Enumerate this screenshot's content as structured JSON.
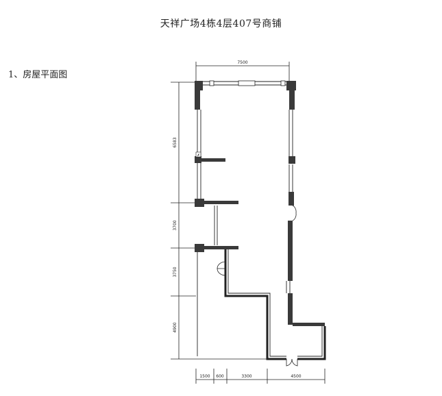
{
  "document": {
    "title": "天祥广场4栋4层407号商铺",
    "section_heading": "1、房屋平面图"
  },
  "plan": {
    "dimensions": {
      "top_width": "7500",
      "left_segments": [
        "6583",
        "3700",
        "3750",
        "4900"
      ],
      "bottom_segments": [
        "1500",
        "600",
        "3300",
        "4500"
      ]
    }
  }
}
